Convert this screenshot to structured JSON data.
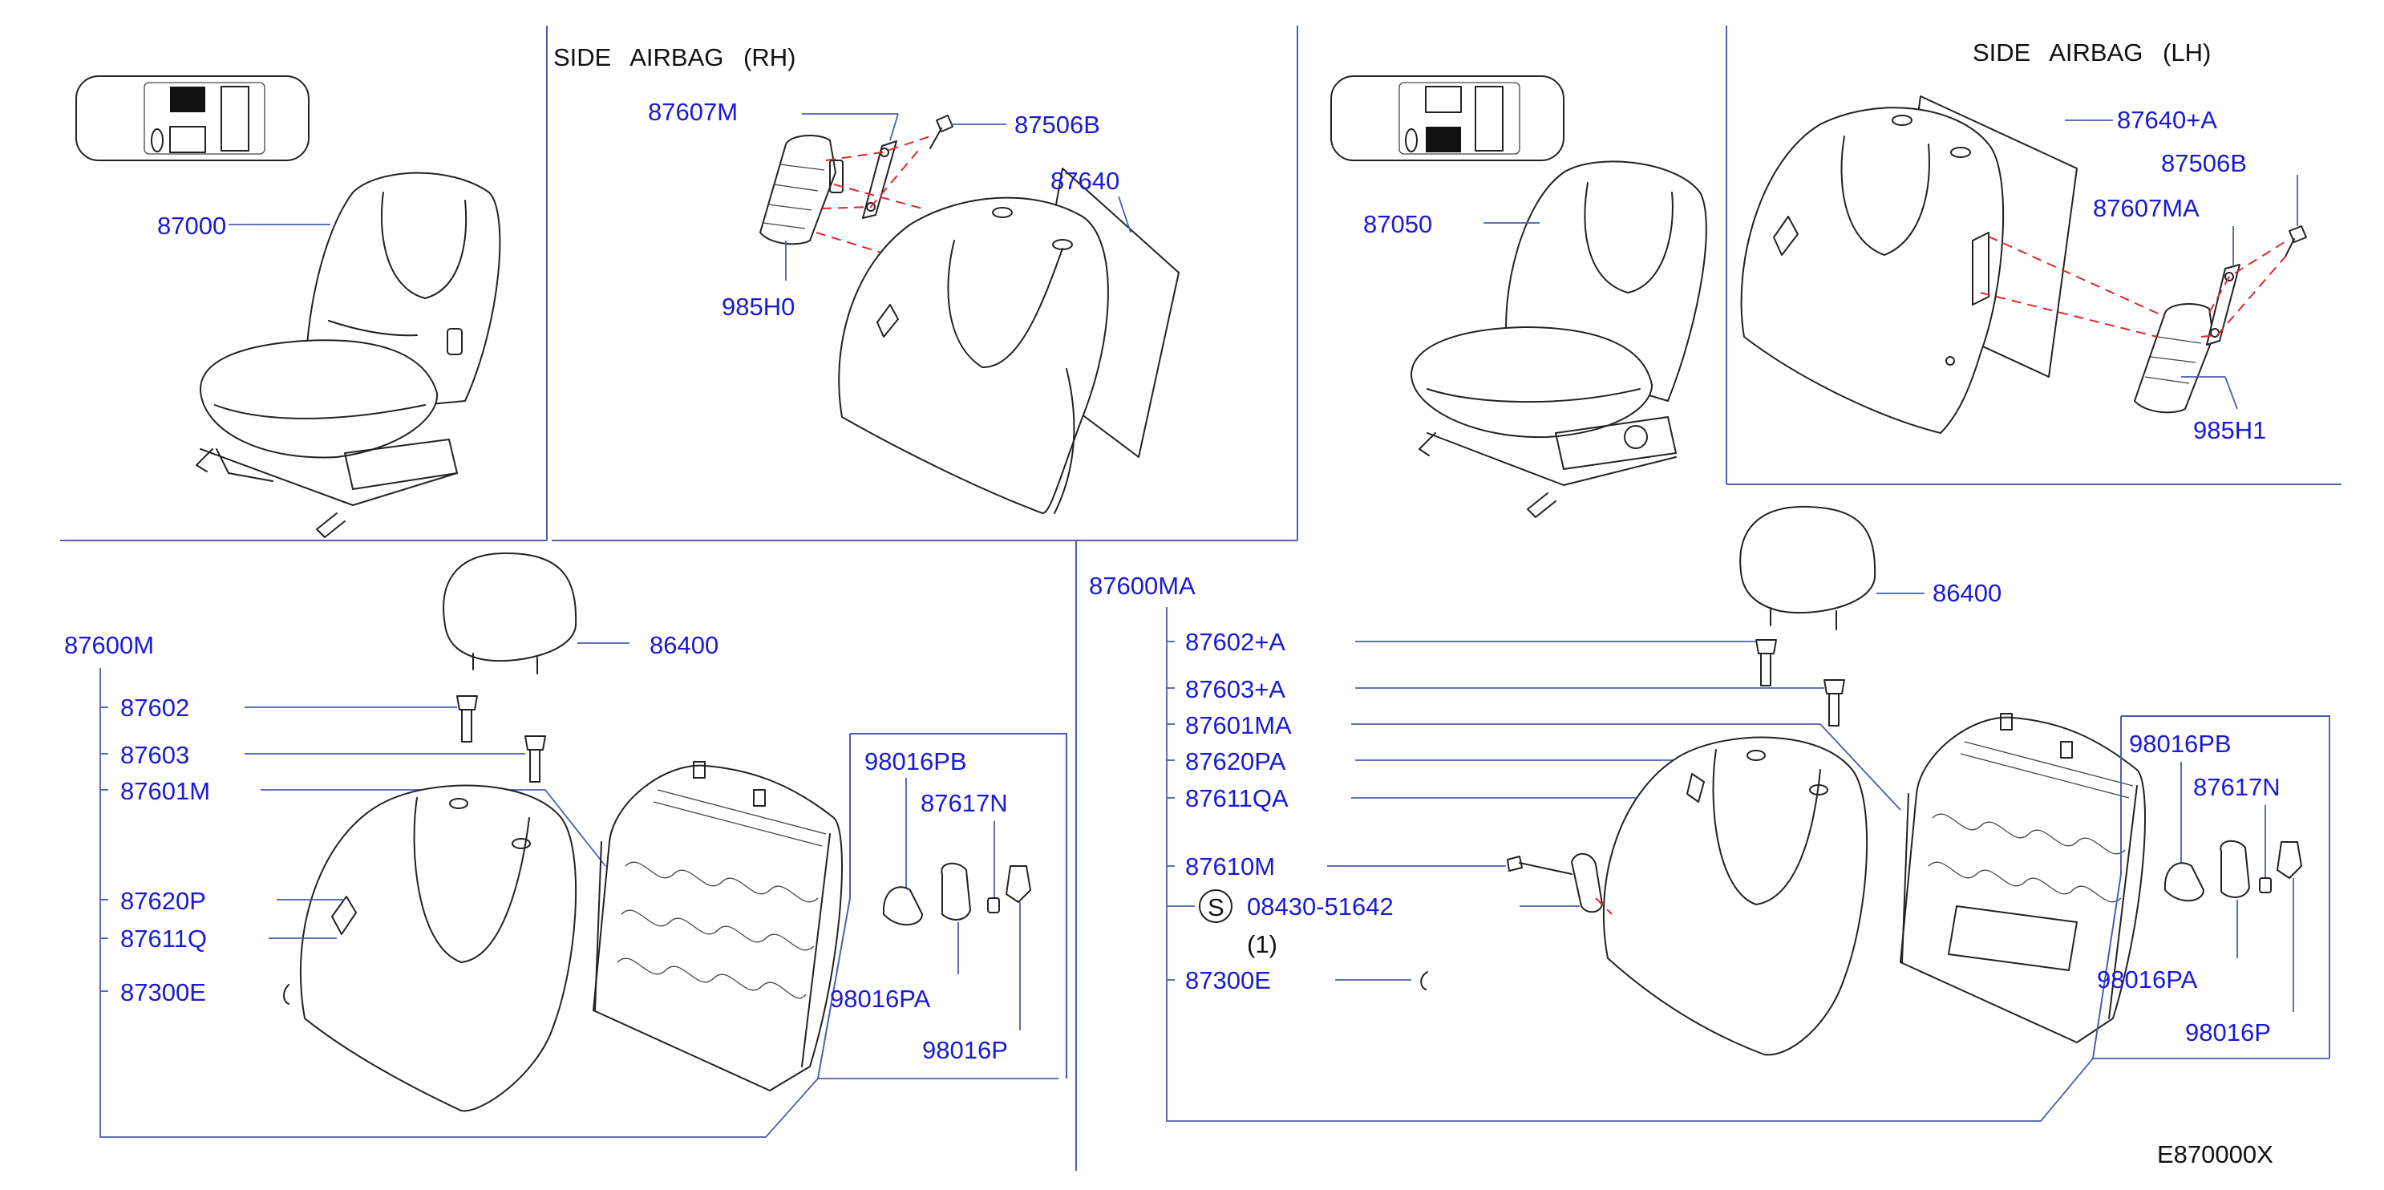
{
  "diagram_id": "E870000X",
  "sections": {
    "rh_airbag_title": "SIDE AIRBAG (RH)",
    "lh_airbag_title": "SIDE AIRBAG (LH)"
  },
  "parts": {
    "p87000": "87000",
    "p87607M": "87607M",
    "p87506B_rh": "87506B",
    "p87640": "87640",
    "p985H0": "985H0",
    "p87050": "87050",
    "p87640A": "87640+A",
    "p87506B_lh": "87506B",
    "p87607MA": "87607MA",
    "p985H1": "985H1",
    "p87600M": "87600M",
    "p86400_l": "86400",
    "p87602": "87602",
    "p87603": "87603",
    "p87601M": "87601M",
    "p87620P": "87620P",
    "p87611Q": "87611Q",
    "p87300E_l": "87300E",
    "p98016PB_l": "98016PB",
    "p87617N_l": "87617N",
    "p98016PA_l": "98016PA",
    "p98016P_l": "98016P",
    "p87600MA": "87600MA",
    "p86400_r": "86400",
    "p87602A": "87602+A",
    "p87603A": "87603+A",
    "p87601MA": "87601MA",
    "p87620PA": "87620PA",
    "p87611QA": "87611QA",
    "p87610M": "87610M",
    "s_symbol": "S",
    "p08430": "08430-51642",
    "qty": "(1)",
    "p87300E_r": "87300E",
    "p98016PB_r": "98016PB",
    "p87617N_r": "87617N",
    "p98016PA_r": "98016PA",
    "p98016P_r": "98016P"
  }
}
